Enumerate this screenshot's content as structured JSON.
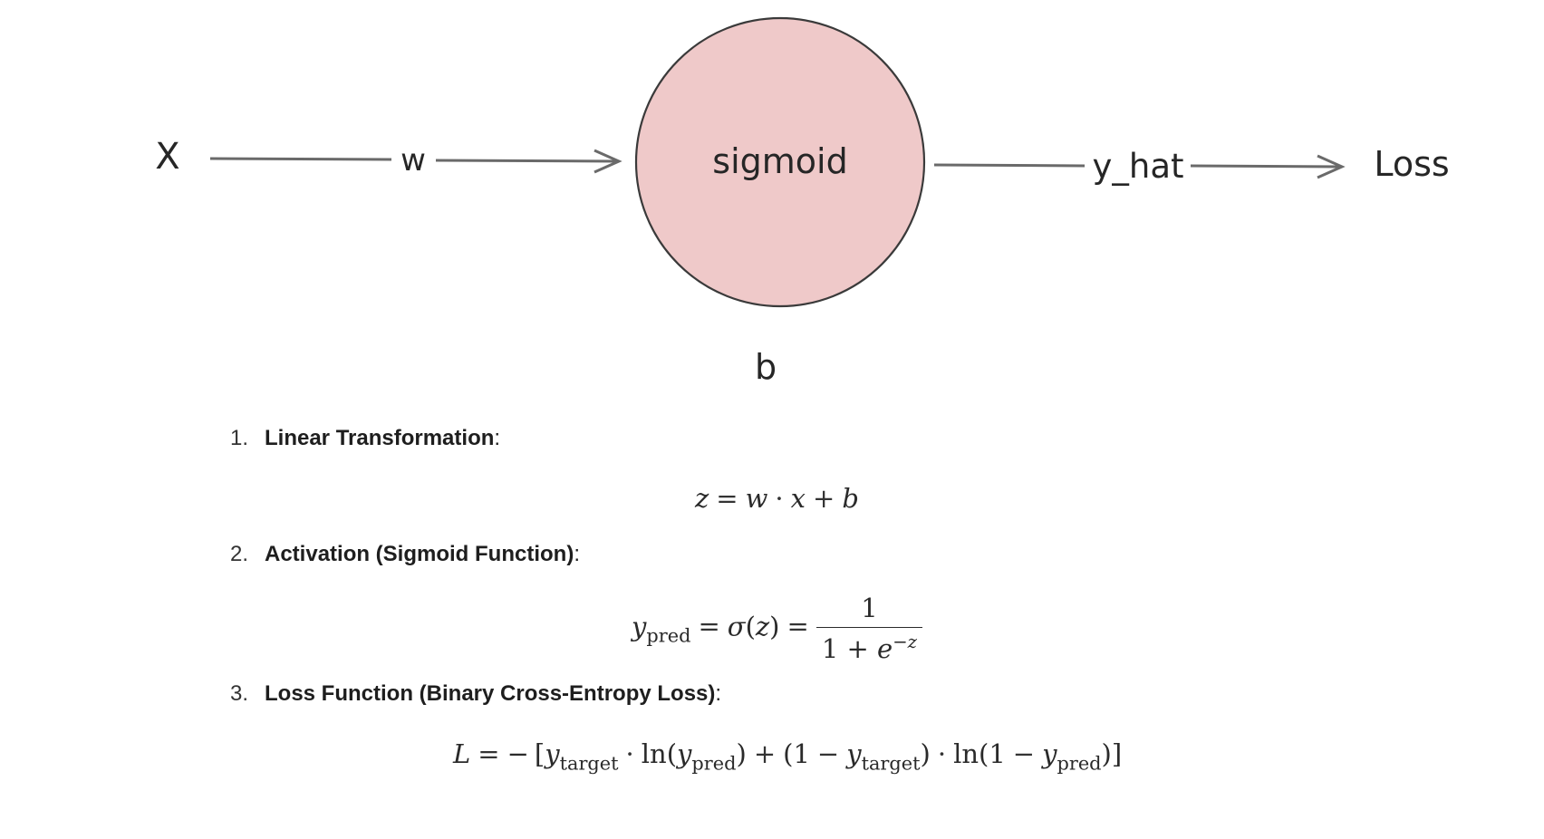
{
  "diagram": {
    "input_label": "X",
    "weight_label": "w",
    "node_label": "sigmoid",
    "output_label": "y_hat",
    "loss_label": "Loss",
    "bias_label": "b",
    "node_fill": "#efc9c9",
    "node_stroke": "#3a3a3a"
  },
  "steps": [
    {
      "number": "1.",
      "title": "Linear Transformation",
      "suffix": ":"
    },
    {
      "number": "2.",
      "title": "Activation (Sigmoid Function)",
      "suffix": ":"
    },
    {
      "number": "3.",
      "title": "Loss Function (Binary Cross-Entropy Loss)",
      "suffix": ":"
    }
  ]
}
